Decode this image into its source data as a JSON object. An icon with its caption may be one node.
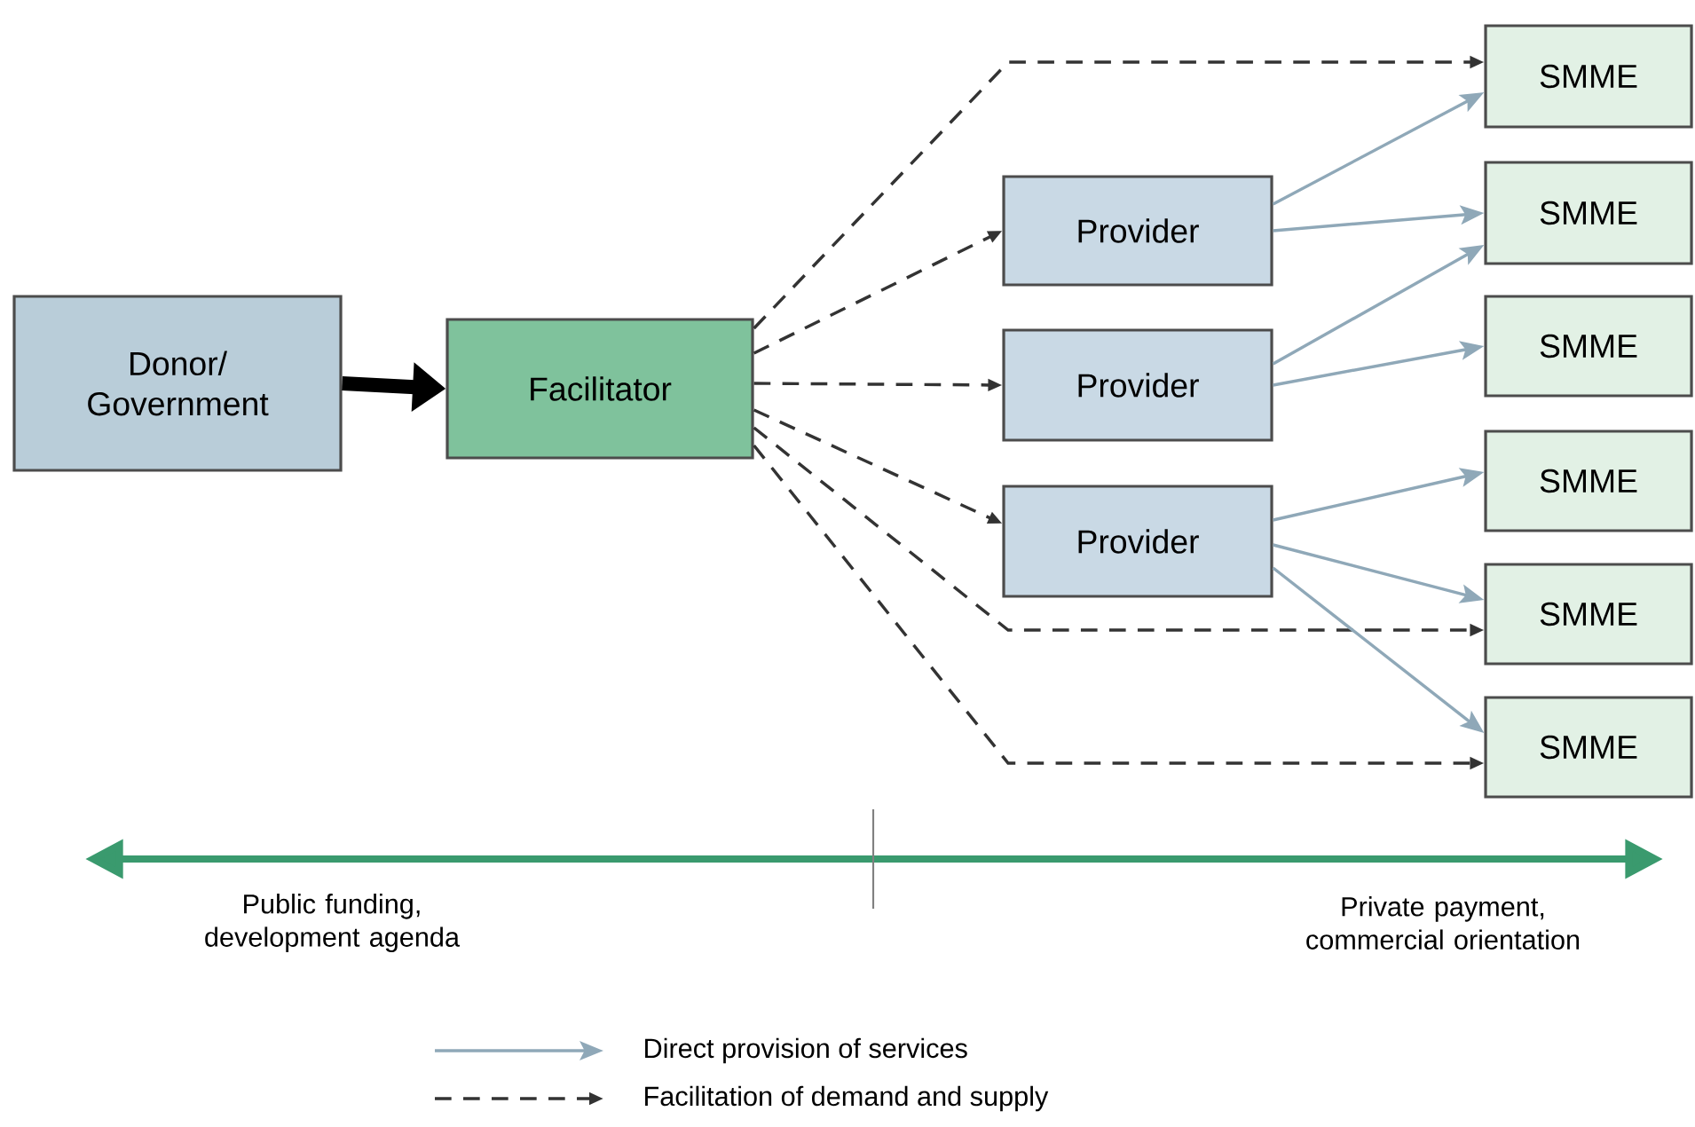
{
  "diagram": {
    "nodes": [
      {
        "text": [
          "Donor/ Government"
        ]
      },
      {
        "text": [
          "Facilitator"
        ]
      },
      {
        "text": [
          "Provider"
        ]
      },
      {
        "text": [
          "Provider"
        ]
      },
      {
        "text": [
          "Provider"
        ]
      },
      {
        "text": [
          "SMME"
        ]
      },
      {
        "text": [
          "SMME"
        ]
      },
      {
        "text": [
          "SMME"
        ]
      },
      {
        "text": [
          "SMME"
        ]
      },
      {
        "text": [
          "SMME"
        ]
      },
      {
        "text": [
          "SMME"
        ]
      }
    ],
    "edges": [
      {
        "from": 0,
        "to": 1,
        "arrow": "to",
        "style": "thick",
        "color": "#000000"
      },
      {
        "from": 1,
        "to": 5,
        "arrow": "to",
        "style": "dashed",
        "color": "#333333"
      },
      {
        "from": 1,
        "to": 2,
        "arrow": "to",
        "style": "dashed",
        "color": "#333333"
      },
      {
        "from": 1,
        "to": 3,
        "arrow": "to",
        "style": "dashed",
        "color": "#333333"
      },
      {
        "from": 1,
        "to": 4,
        "arrow": "to",
        "style": "dashed",
        "color": "#333333"
      },
      {
        "from": 1,
        "to": 9,
        "arrow": "to",
        "style": "dashed",
        "color": "#333333"
      },
      {
        "from": 1,
        "to": 10,
        "arrow": "to",
        "style": "dashed",
        "color": "#333333"
      },
      {
        "from": 2,
        "to": 5,
        "arrow": "to"
      },
      {
        "from": 2,
        "to": 6,
        "arrow": "to"
      },
      {
        "from": 3,
        "to": 6,
        "arrow": "to"
      },
      {
        "from": 3,
        "to": 7,
        "arrow": "to"
      },
      {
        "from": 4,
        "to": 8,
        "arrow": "to"
      },
      {
        "from": 4,
        "to": 9,
        "arrow": "to"
      },
      {
        "from": 4,
        "to": 10,
        "arrow": "to"
      }
    ],
    "labels": [
      "Public funding, development agenda",
      "Private payment, commercial orientation"
    ],
    "legend": [
      {
        "text": "Direct provision of services"
      },
      {
        "text": "Facilitation of demand and supply"
      }
    ]
  }
}
